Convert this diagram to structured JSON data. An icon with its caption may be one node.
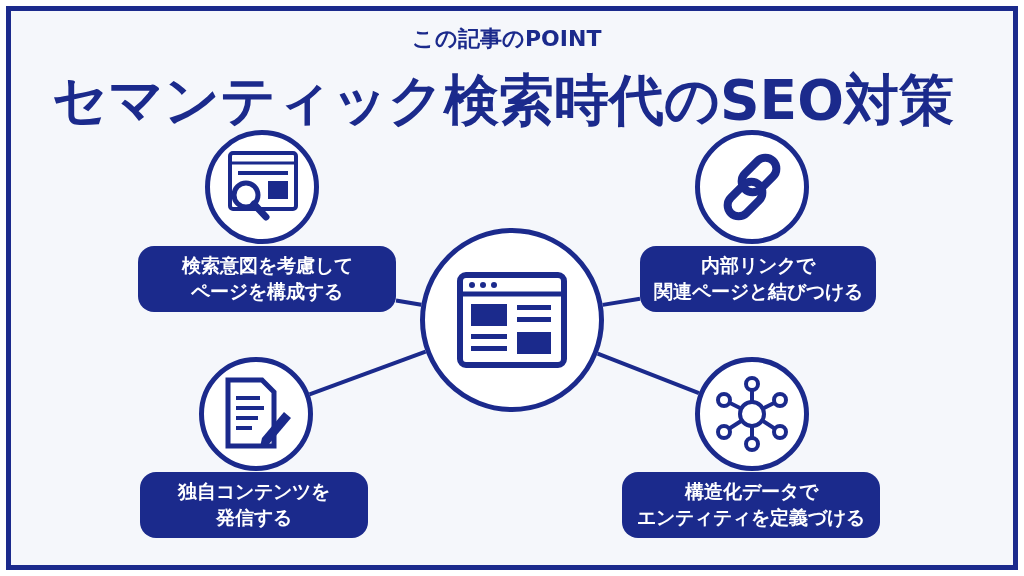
{
  "diagram": {
    "title": "セマンティック検索時代のSEO対策",
    "nodes": [
      {
        "text": [],
        "shape": "circle"
      },
      {
        "text": [],
        "shape": "circle"
      },
      {
        "text": [
          "検索意図を考慮して",
          "ページを構成する"
        ]
      },
      {
        "text": [],
        "shape": "circle"
      },
      {
        "text": [
          "内部リンクで",
          "関連ページと結びつける"
        ]
      },
      {
        "text": [],
        "shape": "circle"
      },
      {
        "text": [
          "独自コンテンツを",
          "発信する"
        ]
      },
      {
        "text": [],
        "shape": "circle"
      },
      {
        "text": [
          "構造化データで",
          "エンティティを定義づける"
        ]
      }
    ],
    "edges": [
      {
        "from": 0,
        "to": 2,
        "arrow": "none"
      },
      {
        "from": 0,
        "to": 4,
        "arrow": "none"
      },
      {
        "from": 0,
        "to": 5,
        "arrow": "none"
      },
      {
        "from": 0,
        "to": 7,
        "arrow": "none"
      }
    ],
    "labels": [
      "この記事のPOINT"
    ]
  }
}
